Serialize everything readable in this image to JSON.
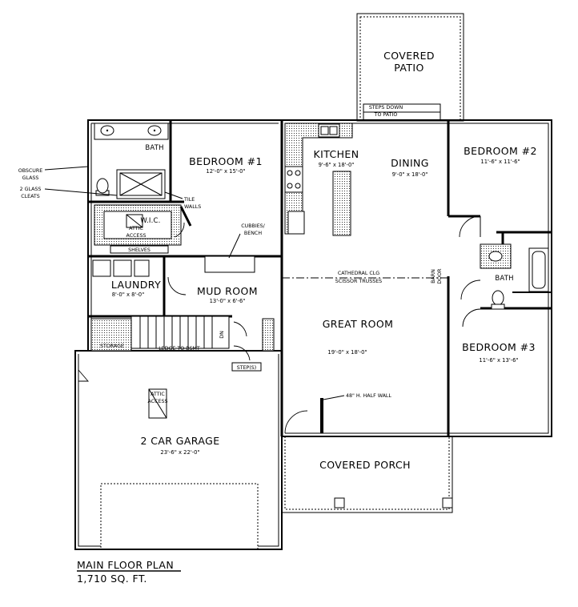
{
  "rooms": {
    "covered_patio": {
      "line1": "COVERED",
      "line2": "PATIO"
    },
    "steps_down_patio": {
      "line1": "STEPS DOWN",
      "line2": "TO PATIO"
    },
    "bath_master": "BATH",
    "bedroom1": {
      "name": "BEDROOM #1",
      "dim": "12'-0\" x 15'-0\""
    },
    "kitchen": {
      "name": "KITCHEN",
      "dim": "9'-6\" x 18'-0\""
    },
    "dining": {
      "name": "DINING",
      "dim": "9'-0\" x 18'-0\""
    },
    "bedroom2": {
      "name": "BEDROOM #2",
      "dim": "11'-6\" x 11'-6\""
    },
    "wic": "W.I.C.",
    "attic_access_wic": {
      "line1": "ATTIC",
      "line2": "ACCESS"
    },
    "shelves": "SHELVES",
    "cubbies": {
      "line1": "CUBBIES/",
      "line2": "BENCH"
    },
    "laundry": {
      "name": "LAUNDRY",
      "dim": "8'-0\" x 8'-0\""
    },
    "mud_room": {
      "name": "MUD ROOM",
      "dim": "13'-0\" x 6'-6\""
    },
    "cathedral": {
      "line1": "CATHEDRAL CLG",
      "line2": "SCISSOR TRUSSES"
    },
    "barn_door": {
      "line1": "BARN",
      "line2": "DOOR"
    },
    "bath2": "BATH",
    "great_room": {
      "name": "GREAT ROOM",
      "dim": "19'-0\" x 18'-0\""
    },
    "bedroom3": {
      "name": "BEDROOM #3",
      "dim": "11'-6\" x 13'-6\""
    },
    "storage": "STORAGE",
    "ledge": "LEDGE TO BSMT",
    "dn": "DN",
    "steps": "STEP(S)",
    "attic_access_garage": {
      "line1": "ATTIC",
      "line2": "ACCESS"
    },
    "half_wall": "48\" H. HALF WALL",
    "garage": {
      "name": "2 CAR GARAGE",
      "dim": "23'-6\" x 22'-0\""
    },
    "covered_porch": "COVERED PORCH"
  },
  "notes": {
    "obscure_glass": {
      "line1": "OBSCURE",
      "line2": "GLASS"
    },
    "glass_cleats": {
      "line1": "2 GLASS",
      "line2": "CLEATS"
    },
    "tile_walls": {
      "line1": "TILE",
      "line2": "WALLS"
    }
  },
  "title_block": {
    "title": "MAIN FLOOR PLAN",
    "area": "1,710 SQ. FT."
  }
}
